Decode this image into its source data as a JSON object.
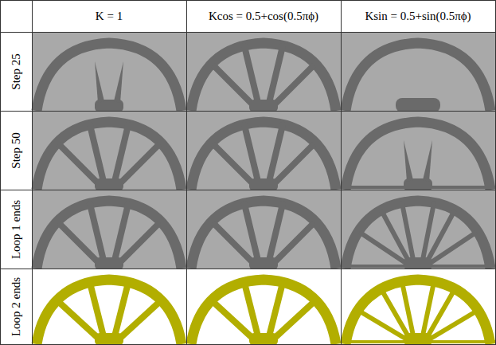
{
  "diagram": {
    "labels": [
      "K = 1",
      "Kcos = 0.5+cos(0.5πϕ)",
      "Ksin = 0.5+sin(0.5πϕ)",
      "Step 25",
      "Step 50",
      "Loop 1 ends",
      "Loop 2 ends"
    ]
  }
}
